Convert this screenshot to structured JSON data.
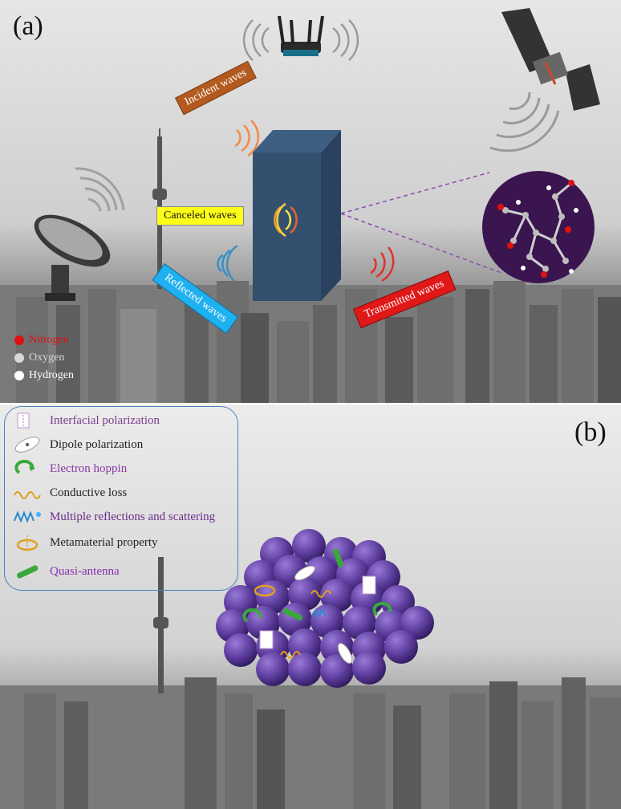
{
  "panel_a": {
    "label": "(a)",
    "tags": {
      "incident": "Incident waves",
      "canceled": "Canceled waves",
      "reflected": "Reflected waves",
      "transmitted": "Transmitted waves"
    },
    "legend": [
      {
        "label": "Nitrogen",
        "color": "#e01010"
      },
      {
        "label": "Oxygen",
        "color": "#d8d8d8"
      },
      {
        "label": "Hydrogen",
        "color": "#ffffff"
      }
    ]
  },
  "panel_b": {
    "label": "(b)",
    "legend": [
      {
        "label": "Interfacial polarization",
        "color": "#7b3a8c",
        "icon": "interfacial-icon"
      },
      {
        "label": "Dipole polarization",
        "color": "#222222",
        "icon": "dipole-icon"
      },
      {
        "label": "Electron hoppin",
        "color": "#8a3aa8",
        "icon": "electron-hopping-icon"
      },
      {
        "label": "Conductive loss",
        "color": "#222222",
        "icon": "conductive-loss-icon"
      },
      {
        "label": "Multiple reflections and scattering",
        "color": "#6a2c8a",
        "icon": "scattering-icon"
      },
      {
        "label": "Metamaterial property",
        "color": "#222222",
        "icon": "metamaterial-icon"
      },
      {
        "label": "Quasi-antenna",
        "color": "#8a2fb0",
        "icon": "quasi-antenna-icon"
      }
    ]
  },
  "colors": {
    "block_front": "#33506f",
    "block_side": "#2a4260",
    "block_top": "#3e5f82",
    "molecule_bg": "#3a1550",
    "sphere": "#5a3a9a",
    "legend_border": "#4a7fc0"
  }
}
